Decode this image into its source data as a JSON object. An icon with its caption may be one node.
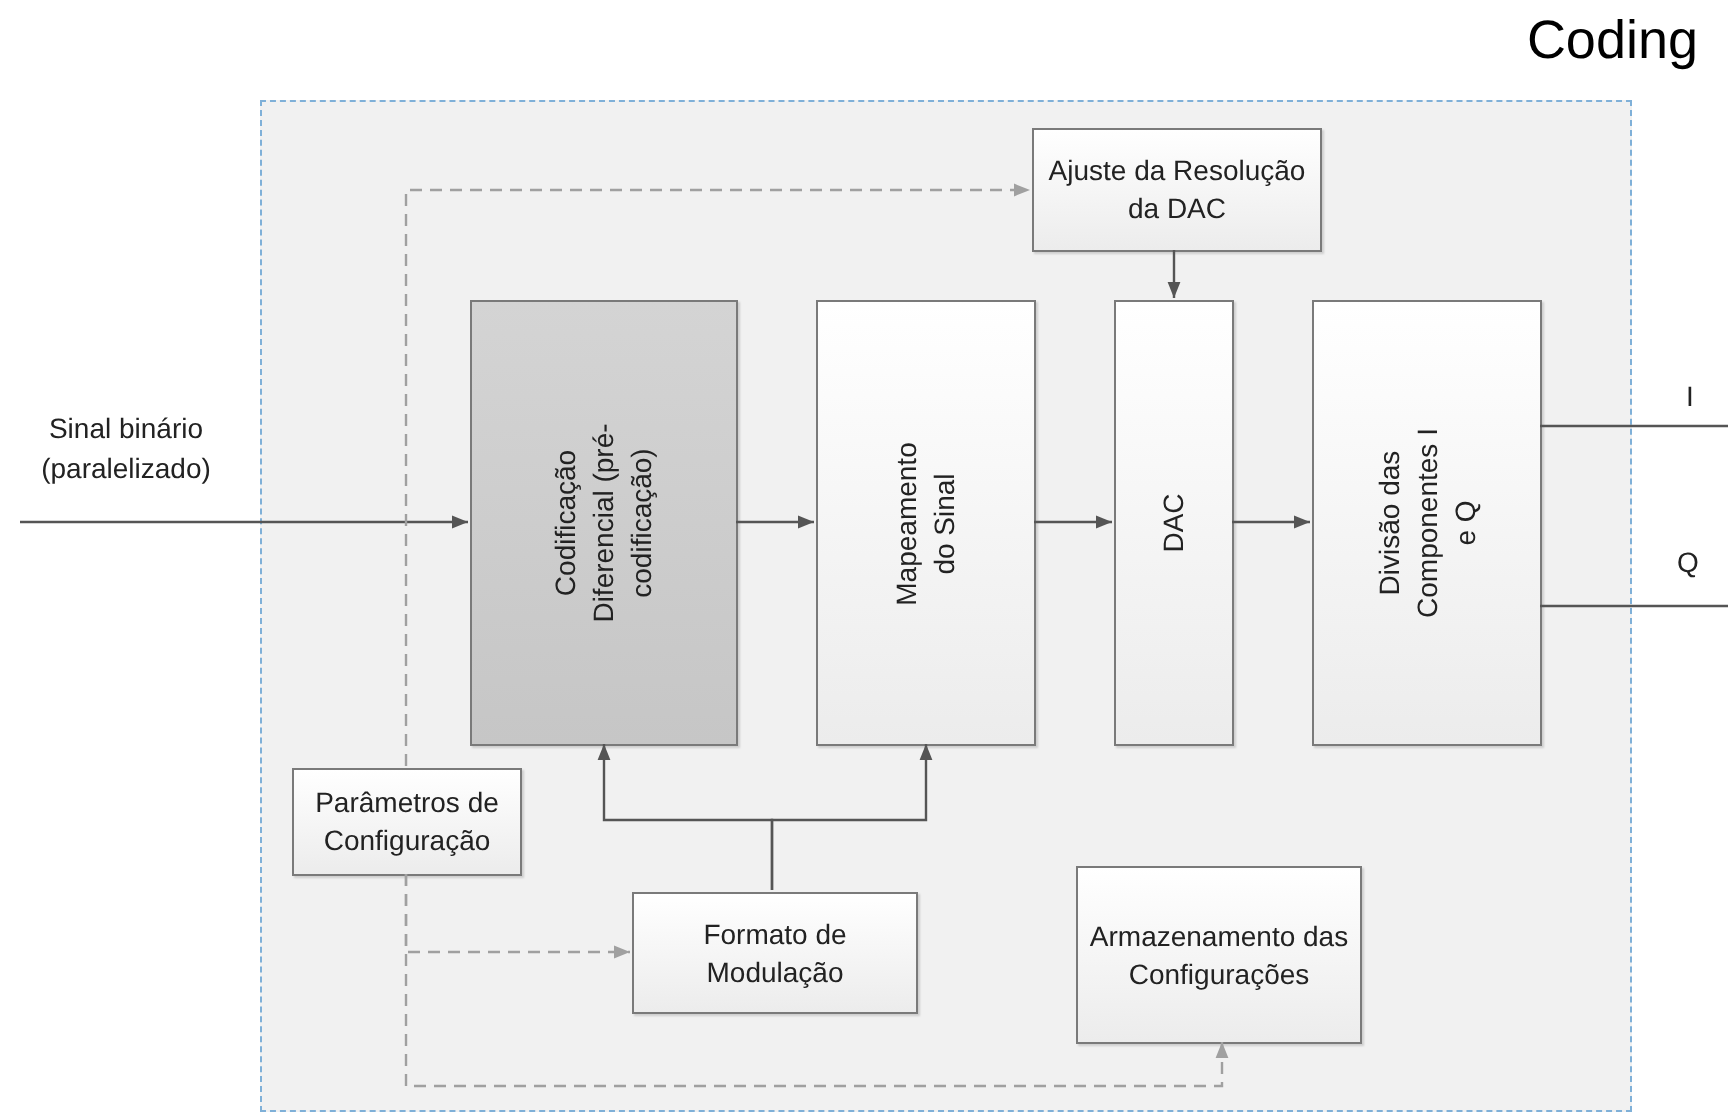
{
  "diagram": {
    "nodes": [
      {
        "text": [
          "Coding"
        ]
      },
      {
        "text": [
          "Ajuste da Resolução da DAC"
        ],
        "in": 0
      },
      {
        "text": [
          "Codificação Diferencial (pré-codificação)"
        ],
        "in": 0
      },
      {
        "text": [
          "Mapeamento do Sinal"
        ],
        "in": 0
      },
      {
        "text": [
          "DAC"
        ],
        "in": 0
      },
      {
        "text": [
          "Divisão das Componentes I e Q"
        ],
        "in": 0
      },
      {
        "text": [
          "Parâmetros de Configuração"
        ],
        "in": 0
      },
      {
        "text": [
          "Formato de Modulação"
        ],
        "in": 0
      },
      {
        "text": [
          "Armazenamento das Configurações"
        ],
        "in": 0
      }
    ],
    "edges": [
      {
        "from": null,
        "to": 2,
        "arrow": "to",
        "label": "Sinal binário (paralelizado)"
      },
      {
        "from": 2,
        "to": 3,
        "arrow": "to"
      },
      {
        "from": 3,
        "to": 4,
        "arrow": "to"
      },
      {
        "from": 4,
        "to": 5,
        "arrow": "to"
      },
      {
        "from": 1,
        "to": 4,
        "arrow": "to"
      },
      {
        "from": 5,
        "to": null,
        "arrow": "none",
        "label": "I"
      },
      {
        "from": 5,
        "to": null,
        "arrow": "none",
        "label": "Q"
      },
      {
        "from": 7,
        "to": 2,
        "arrow": "to"
      },
      {
        "from": 7,
        "to": 3,
        "arrow": "to"
      },
      {
        "from": 6,
        "to": 1,
        "arrow": "to",
        "style": "dashed",
        "color": "#a0a0a0"
      },
      {
        "from": 6,
        "to": 7,
        "arrow": "to",
        "style": "dashed",
        "color": "#a0a0a0"
      },
      {
        "from": 6,
        "to": 8,
        "arrow": "to",
        "style": "dashed",
        "color": "#a0a0a0"
      }
    ]
  }
}
